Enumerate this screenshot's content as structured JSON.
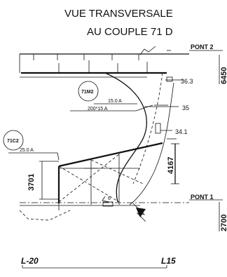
{
  "title_line1": "VUE TRANSVERSALE",
  "title_line2": "AU COUPLE 71 D",
  "deck_upper": "PONT 2",
  "deck_lower": "PONT 1",
  "dim_6450": "6450",
  "dim_2700": "2700",
  "dim_4167": "4167",
  "dim_3701": "3701",
  "ref_363": "36.3",
  "ref_35": "35",
  "ref_341": "34.1",
  "tag_71m2": "71M2",
  "tag_71c2": "71C2",
  "note_150a": "15.0 A",
  "note_200x15": "200*15 A",
  "note_250a": "25.0 A",
  "note_6": "6",
  "frame_left": "L-20",
  "frame_right": "L15"
}
